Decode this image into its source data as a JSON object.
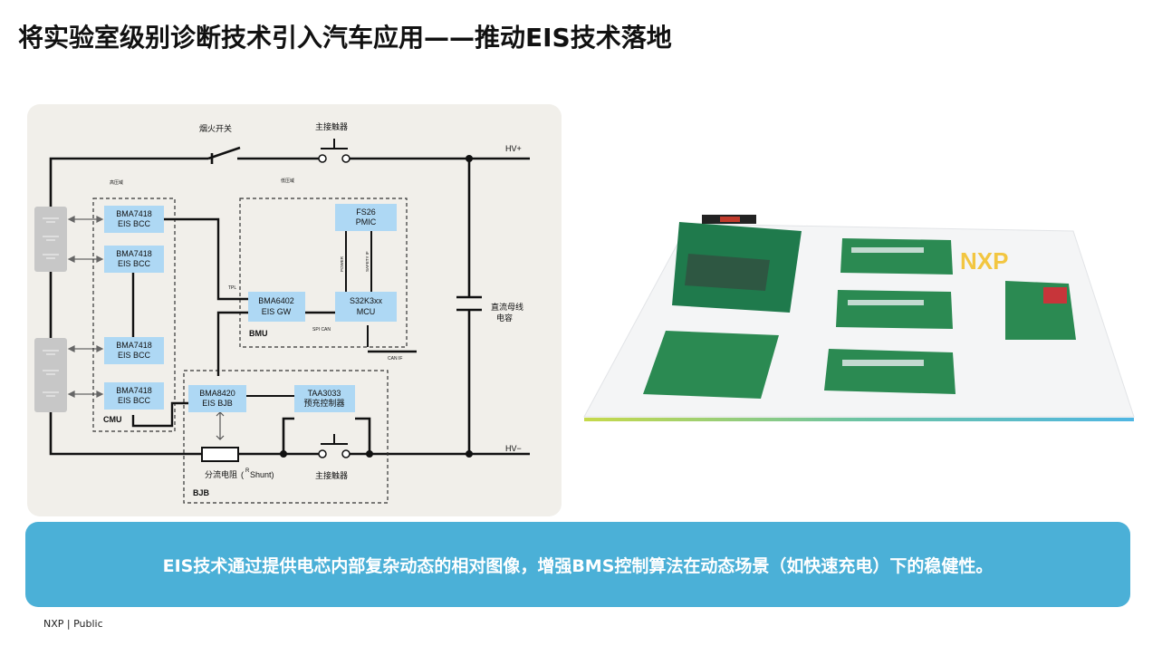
{
  "title": "将实验室级别诊断技术引入汽车应用——推动EIS技术落地",
  "diagram": {
    "switch_label": "烟火开关",
    "contactor_top_label": "主接触器",
    "contactor_bottom_label": "主接触器",
    "hv_plus": "HV+",
    "hv_minus": "HV−",
    "high_voltage_domain": "高压域",
    "low_voltage_domain": "低压域",
    "bcc1": [
      "BMA7418",
      "EIS BCC"
    ],
    "bcc2": [
      "BMA7418",
      "EIS BCC"
    ],
    "bcc3": [
      "BMA7418",
      "EIS BCC"
    ],
    "bcc4": [
      "BMA7418",
      "EIS BCC"
    ],
    "gw": [
      "BMA6402",
      "EIS GW"
    ],
    "pmic": [
      "FS26",
      "PMIC"
    ],
    "mcu": [
      "S32K3xx",
      "MCU"
    ],
    "bjb": [
      "BMA8420",
      "EIS BJB"
    ],
    "taa": [
      "TAA3033",
      "预充控制器"
    ],
    "cmu_label": "CMU",
    "bmu_label": "BMU",
    "bjb_label": "BJB",
    "tpl_label": "TPL",
    "power_label": "POWER",
    "safety_label": "SAFETY IF",
    "spi_can_label": "SPI CAN",
    "can_if_label": "CAN IF",
    "capacitor_label_line1": "直流母线",
    "capacitor_label_line2": "电容",
    "shunt_label": "分流电阻",
    "shunt_r_label": "(",
    "shunt_r_sup": "R",
    "shunt_r_tail": "Shunt)"
  },
  "photo": {
    "logo_text": "NXP"
  },
  "banner_text": "EIS技术通过提供电芯内部复杂动态的相对图像，增强BMS控制算法在动态场景（如快速充电）下的稳健性。",
  "footer": "NXP  |  Public",
  "colors": {
    "block_fill": "#aed8f4",
    "banner": "#4bb0d7",
    "panel": "#f1efea"
  }
}
